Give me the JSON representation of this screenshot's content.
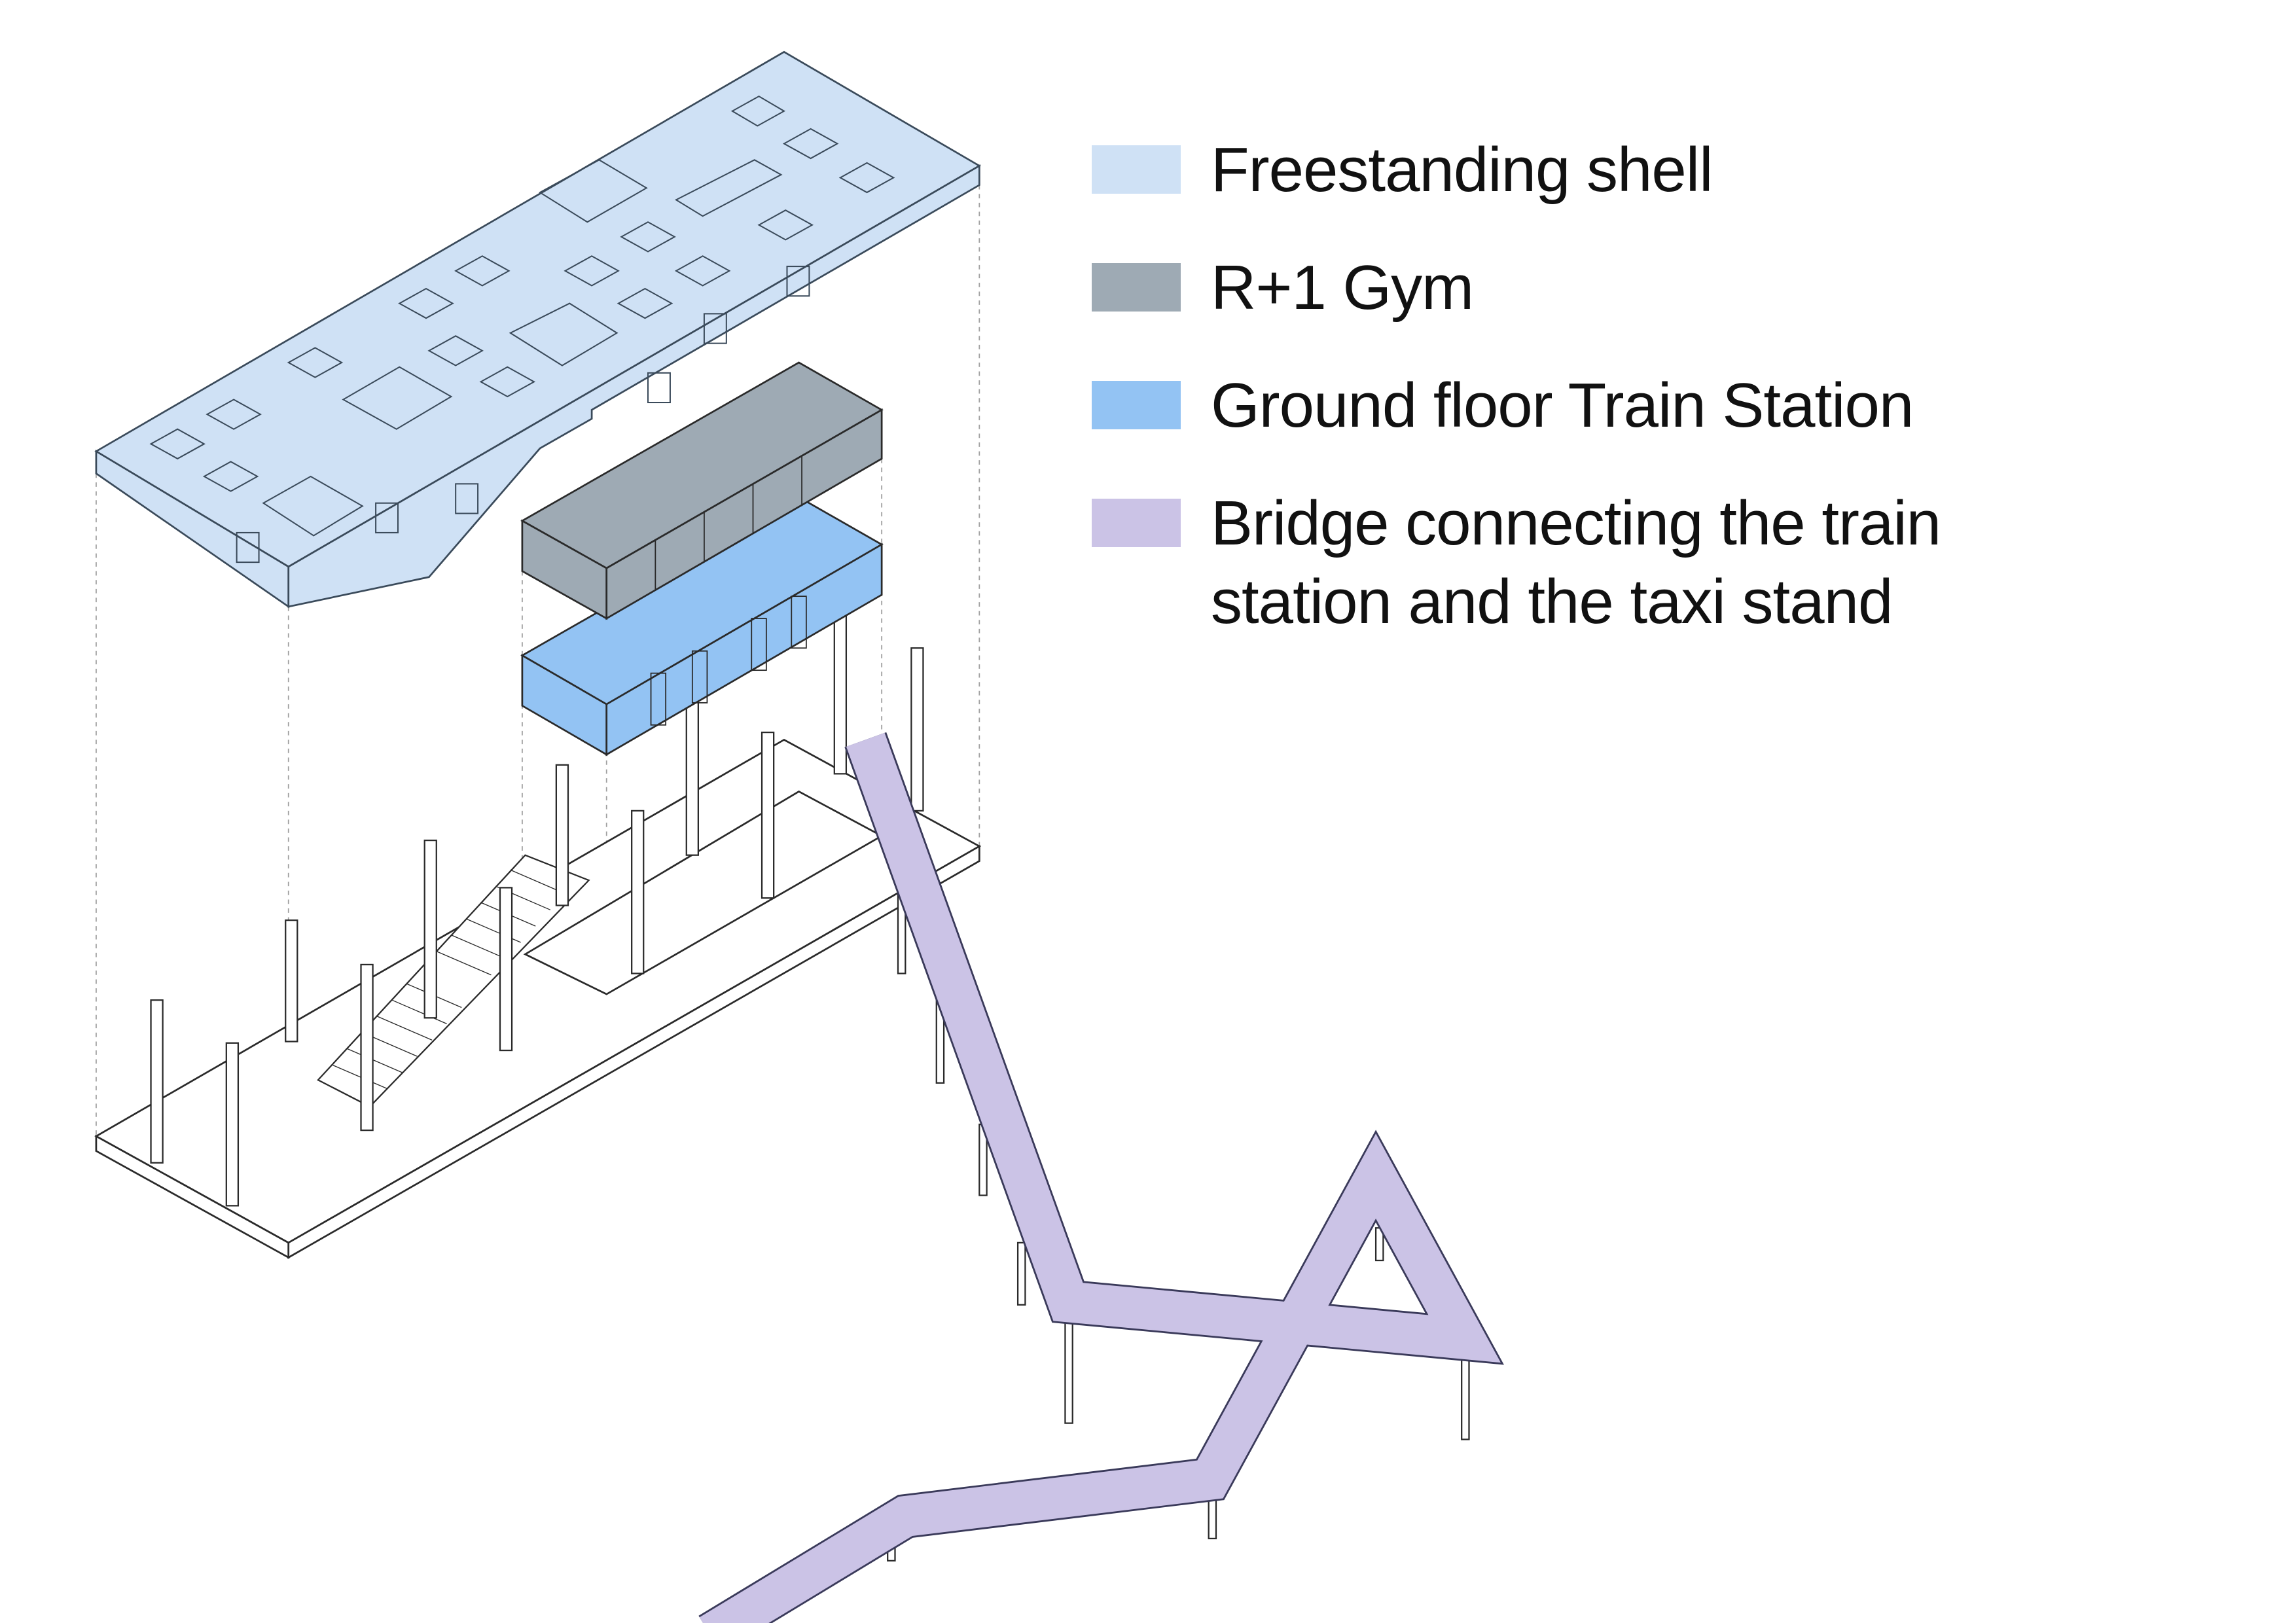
{
  "legend": {
    "items": [
      {
        "label": "Freestanding shell",
        "color": "#cfe1f5"
      },
      {
        "label": "R+1 Gym",
        "color": "#9eaab4"
      },
      {
        "label": "Ground floor Train Station",
        "color": "#93c3f3"
      },
      {
        "label_line1": "Bridge connecting the train",
        "label_line2": "station and the taxi stand",
        "color": "#cbc3e6"
      }
    ]
  },
  "colors": {
    "line": "#2a2a2a",
    "dash": "#9a9a9a",
    "background": "#ffffff"
  }
}
